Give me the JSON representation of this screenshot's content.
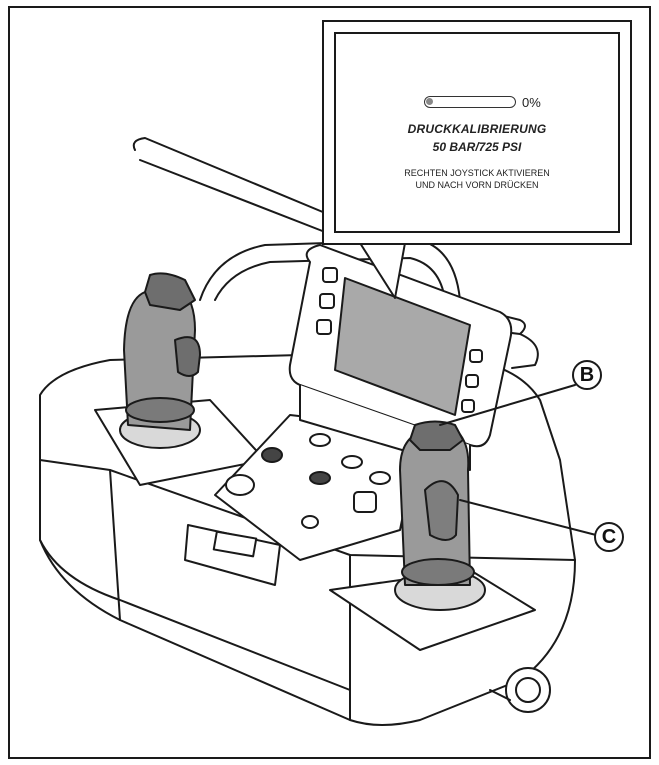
{
  "display": {
    "progress_percent": 0,
    "progress_text": "0%",
    "title_line1": "DRUCKKALIBRIERUNG",
    "title_line2": "50 BAR/725 PSI",
    "instruction_line1": "RECHTEN JOYSTICK AKTIVIEREN",
    "instruction_line2": "UND NACH VORN DRÜCKEN"
  },
  "labels": {
    "b": "B",
    "c": "C"
  },
  "colors": {
    "line": "#1a1a1a",
    "screen": "#a9a9a9",
    "joystick": "#9a9a9a",
    "joystick_dark": "#6e6e6e"
  }
}
